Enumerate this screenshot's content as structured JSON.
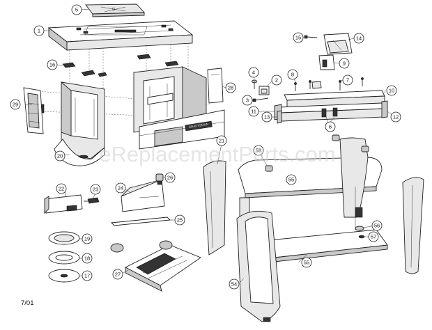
{
  "diagram": {
    "date_code": "7/01",
    "watermark": "eReplacementParts.com",
    "nameplate": "CRAFTSMAN",
    "callouts": [
      "1",
      "2",
      "3",
      "4",
      "5",
      "6",
      "7",
      "8",
      "9",
      "10",
      "11",
      "12",
      "13",
      "14",
      "15",
      "16",
      "17",
      "18",
      "19",
      "20",
      "21",
      "22",
      "23",
      "24",
      "25",
      "26",
      "27",
      "28",
      "29",
      "54",
      "55",
      "56",
      "57",
      "58"
    ]
  }
}
